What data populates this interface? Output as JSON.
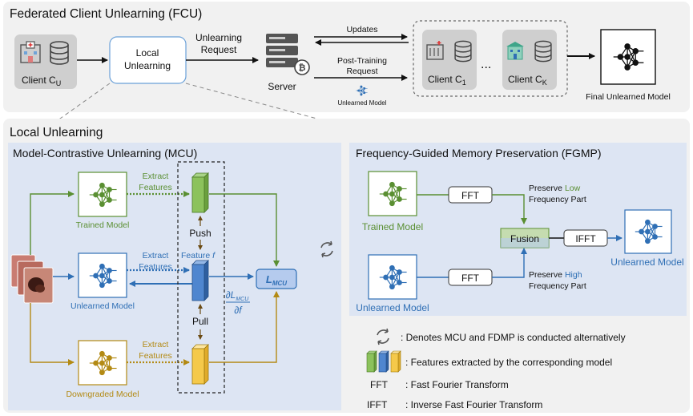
{
  "fcu": {
    "title": "Federated Client Unlearning (FCU)",
    "client_u": "Client C",
    "client_u_sub": "U",
    "local_unlearning_1": "Local",
    "local_unlearning_2": "Unlearning",
    "request_1": "Unlearning",
    "request_2": "Request",
    "server": "Server",
    "updates": "Updates",
    "post_1": "Post-Training",
    "post_2": "Request",
    "unlearned_model_small": "Unlearned Model",
    "client_1": "Client C",
    "client_1_sub": "1",
    "ellipsis": "...",
    "client_k": "Client C",
    "client_k_sub": "K",
    "final_model": "Final Unlearned Model"
  },
  "local": {
    "title": "Local Unlearning"
  },
  "mcu": {
    "title": "Model-Contrastive Unlearning (MCU)",
    "extract_1": "Extract",
    "features_1": "Features",
    "trained_model": "Trained Model",
    "push": "Push",
    "feature_f": "Feature",
    "feature_f_var": "f",
    "unlearned_model": "Unlearned Model",
    "loss": "L",
    "loss_sub": "MCU",
    "grad_num": "∂L",
    "grad_num_sub": "MCU",
    "grad_den": "∂f",
    "pull": "Pull",
    "downgraded_model": "Downgraded Model"
  },
  "fgmp": {
    "title": "Frequency-Guided Memory Preservation (FGMP)",
    "fft": "FFT",
    "preserve": "Preserve",
    "low": "Low",
    "high": "High",
    "freq_part": "Frequency Part",
    "trained_model": "Trained Model",
    "fusion": "Fusion",
    "ifft": "IFFT",
    "unlearned_model": "Unlearned Model"
  },
  "legend": {
    "alt": ": Denotes MCU and FDMP is conducted alternatively",
    "features": ": Features extracted by the corresponding model",
    "fft_key": "FFT",
    "fft_desc": ": Fast Fourier Transform",
    "ifft_key": "IFFT",
    "ifft_desc": ": Inverse Fast Fourier Transform"
  },
  "colors": {
    "green": "#5a8f32",
    "blue": "#2f6fb5",
    "gold": "#b38a14",
    "panel": "#dde5f3"
  }
}
